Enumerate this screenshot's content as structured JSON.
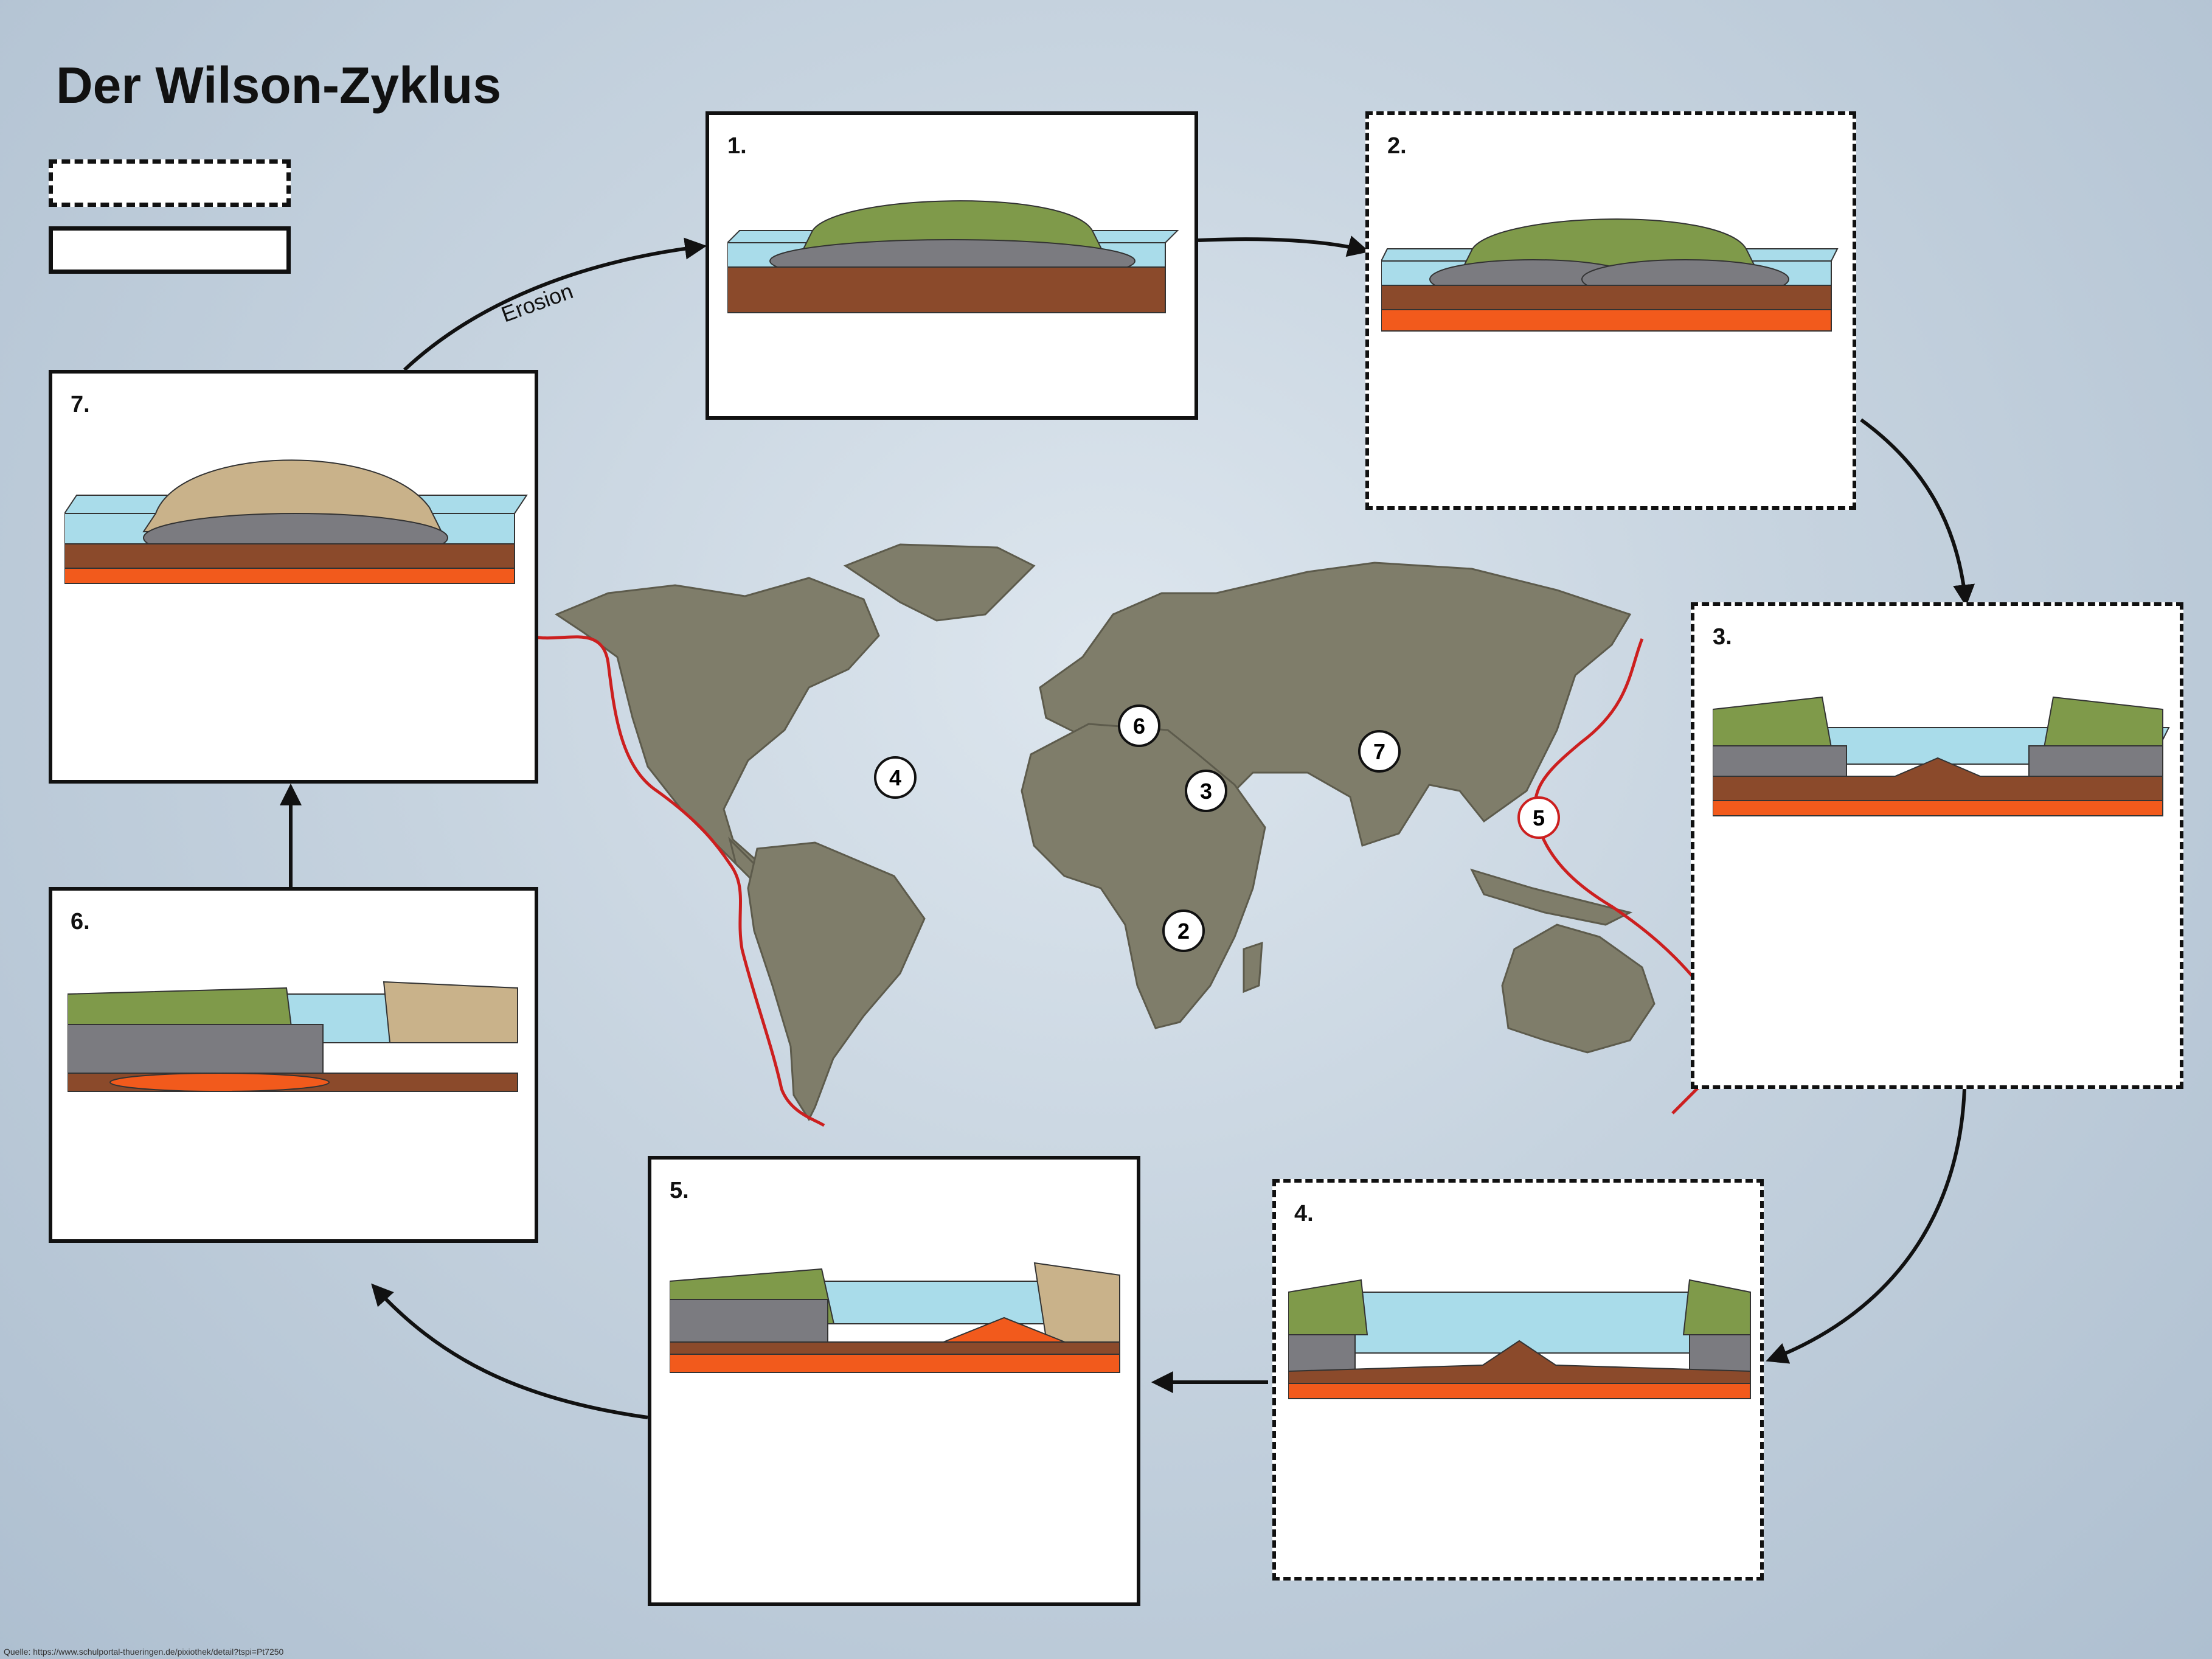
{
  "title": "Der Wilson-Zyklus",
  "legend": {
    "dashed_box_label": "",
    "solid_box_label": ""
  },
  "arrow_label": "Erosion",
  "stages": [
    {
      "num": "1.",
      "border": "solid"
    },
    {
      "num": "2.",
      "border": "dashed"
    },
    {
      "num": "3.",
      "border": "dashed"
    },
    {
      "num": "4.",
      "border": "dashed"
    },
    {
      "num": "5.",
      "border": "solid"
    },
    {
      "num": "6.",
      "border": "solid"
    },
    {
      "num": "7.",
      "border": "solid"
    }
  ],
  "map_markers": [
    "6",
    "4",
    "3",
    "7",
    "5",
    "2"
  ],
  "source": "Quelle: https://www.schulportal-thueringen.de/pixiothek/detail?tspi=Pt7250",
  "colors": {
    "land": "#7f7d6a",
    "ocean_water": "#a9dcea",
    "green_continent": "#7f9a4a",
    "crust": "#7b7b80",
    "mantle": "#8b4a2b",
    "magma": "#f25a1c",
    "subduction_line": "#cc1f1f"
  }
}
